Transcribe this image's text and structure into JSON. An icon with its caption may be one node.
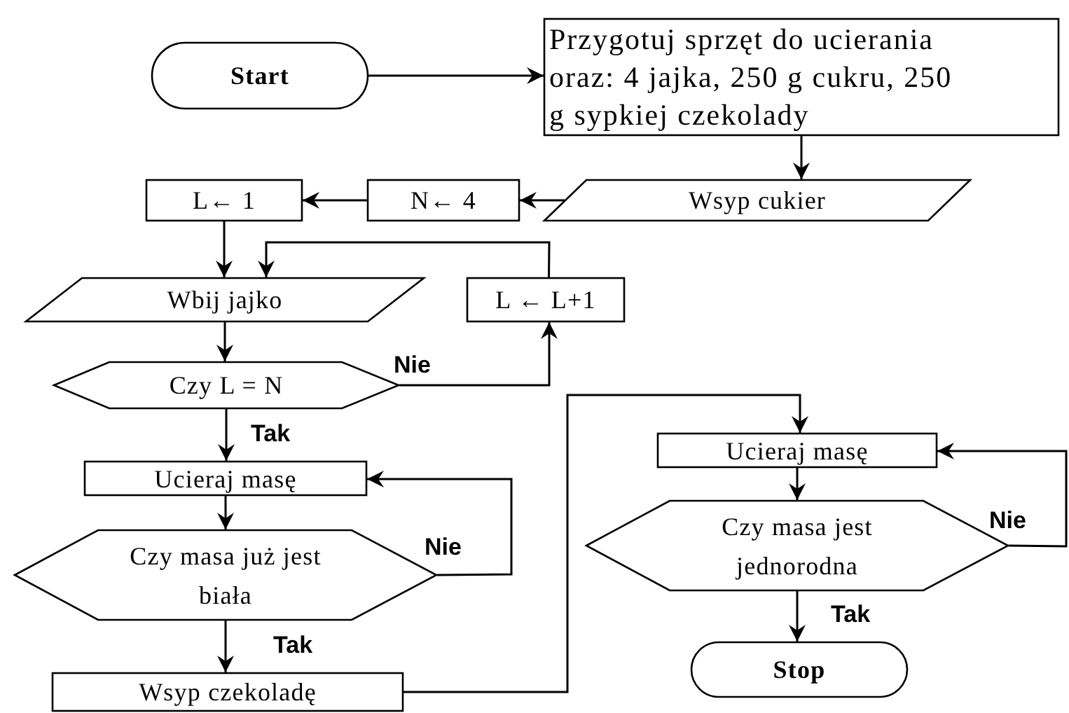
{
  "diagram": {
    "nodes": [
      {
        "text": [
          "Start"
        ]
      },
      {
        "text": [
          "Przygotuj sprzęt do ucierania oraz: 4 jajka, 250 g cukru, 250 g sypkiej czekolady"
        ]
      },
      {
        "text": [
          "Wsyp cukier"
        ]
      },
      {
        "text": [
          "N← 4"
        ]
      },
      {
        "text": [
          "L← 1"
        ]
      },
      {
        "text": [
          "Wbij jajko"
        ]
      },
      {
        "text": [
          "L ← L+1"
        ]
      },
      {
        "text": [
          "Czy L = N"
        ]
      },
      {
        "text": [
          "Ucieraj masę"
        ]
      },
      {
        "text": [
          "Czy masa już jest biała"
        ]
      },
      {
        "text": [
          "Wsyp czekoladę"
        ]
      },
      {
        "text": [
          "Ucieraj masę"
        ]
      },
      {
        "text": [
          "Czy masa jest jednorodna"
        ]
      },
      {
        "text": [
          "Stop"
        ]
      }
    ],
    "edges": [
      {
        "from": 0,
        "to": 1,
        "arrow": "to"
      },
      {
        "from": 1,
        "to": 2,
        "arrow": "to"
      },
      {
        "from": 2,
        "to": 3,
        "arrow": "to"
      },
      {
        "from": 3,
        "to": 4,
        "arrow": "to"
      },
      {
        "from": 4,
        "to": 5,
        "arrow": "to"
      },
      {
        "from": 6,
        "to": 5,
        "arrow": "to"
      },
      {
        "from": 5,
        "to": 7,
        "arrow": "to"
      },
      {
        "from": 7,
        "to": 6,
        "arrow": "to",
        "label": "Nie"
      },
      {
        "from": 7,
        "to": 8,
        "arrow": "to",
        "label": "Tak"
      },
      {
        "from": 8,
        "to": 9,
        "arrow": "to"
      },
      {
        "from": 9,
        "to": 8,
        "arrow": "to",
        "label": "Nie"
      },
      {
        "from": 9,
        "to": 10,
        "arrow": "to",
        "label": "Tak"
      },
      {
        "from": 10,
        "to": 11,
        "arrow": "to"
      },
      {
        "from": 11,
        "to": 12,
        "arrow": "to"
      },
      {
        "from": 12,
        "to": 11,
        "arrow": "to",
        "label": "Nie"
      },
      {
        "from": 12,
        "to": 13,
        "arrow": "to",
        "label": "Tak"
      }
    ]
  }
}
